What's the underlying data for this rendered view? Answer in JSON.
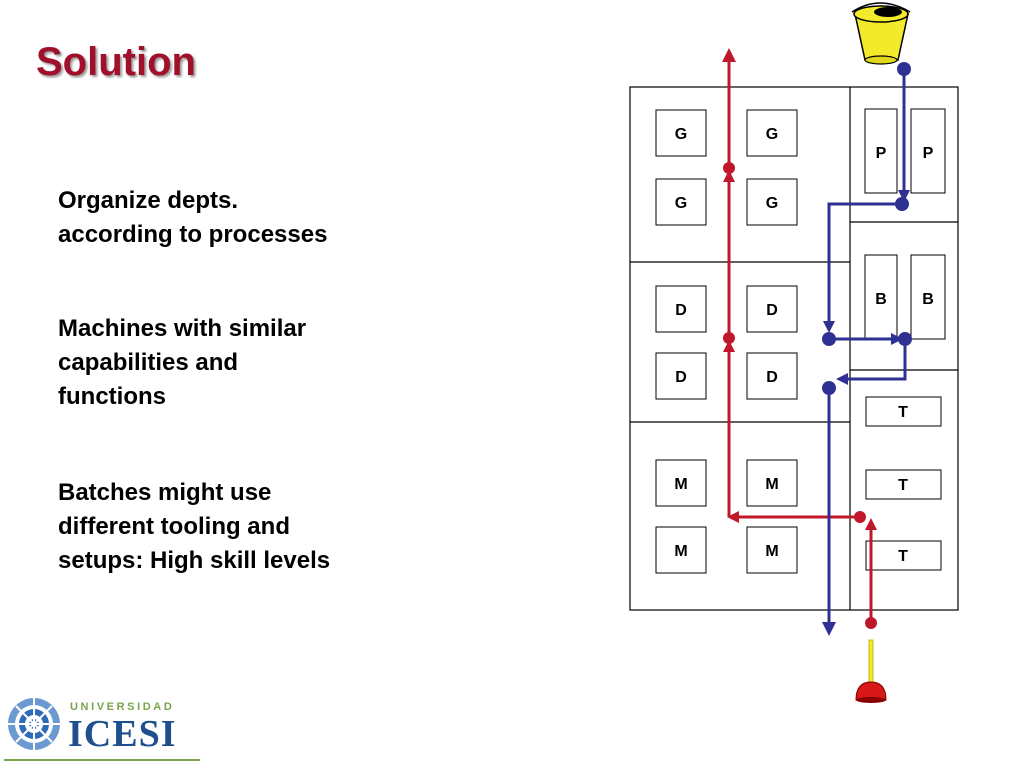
{
  "slide": {
    "title": "Solution",
    "bullets": [
      "Organize depts.\naccording to processes",
      "Machines with similar\ncapabilities and\nfunctions",
      "Batches might use\ndifferent tooling and\nsetups: High skill levels"
    ]
  },
  "diagram": {
    "machines": {
      "G": "G",
      "P": "P",
      "D": "D",
      "B": "B",
      "M": "M",
      "T": "T"
    },
    "colors": {
      "product_red": "#c0182a",
      "product_blue": "#2e3192",
      "outline": "#000000"
    }
  },
  "logo": {
    "top": "UNIVERSIDAD",
    "name": "ICESI"
  }
}
